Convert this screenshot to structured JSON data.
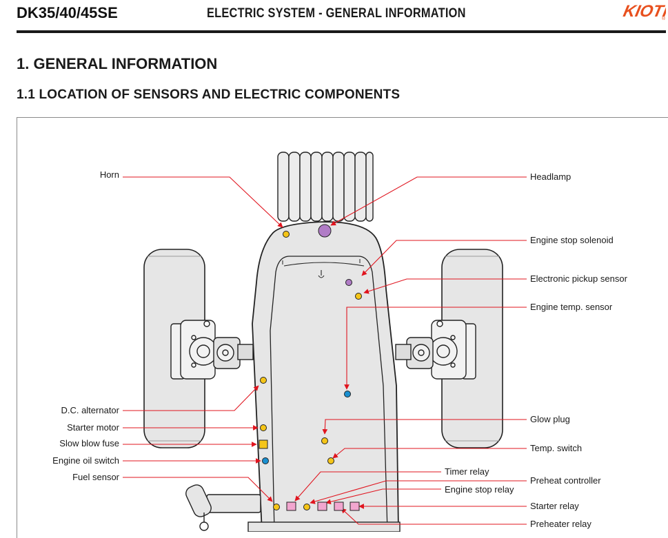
{
  "header": {
    "model": "DK35/40/45SE",
    "title": "ELECTRIC SYSTEM - GENERAL INFORMATION",
    "logo_text": "KIOTI"
  },
  "section": {
    "heading": "1. GENERAL INFORMATION",
    "subheading": "1.1  LOCATION OF SENSORS AND ELECTRIC COMPONENTS"
  },
  "colors": {
    "leader": "#e0141e",
    "yellow_marker": "#f5c518",
    "purple_marker": "#b07cc6",
    "blue_marker": "#1a8fd0",
    "pink_marker": "#f2a6cf",
    "logo": "#e8501e"
  },
  "labels": {
    "horn": "Horn",
    "headlamp": "Headlamp",
    "engine_stop_solenoid": "Engine stop solenoid",
    "electronic_pickup_sensor": "Electronic pickup sensor",
    "engine_temp_sensor": "Engine temp. sensor",
    "dc_alternator": "D.C. alternator",
    "starter_motor": "Starter motor",
    "slow_blow_fuse": "Slow blow fuse",
    "engine_oil_switch": "Engine oil switch",
    "fuel_sensor": "Fuel sensor",
    "glow_plug": "Glow plug",
    "temp_switch": "Temp. switch",
    "timer_relay": "Timer relay",
    "preheat_controller": "Preheat controller",
    "engine_stop_relay": "Engine stop relay",
    "starter_relay": "Starter relay",
    "preheater_relay": "Preheater relay"
  }
}
